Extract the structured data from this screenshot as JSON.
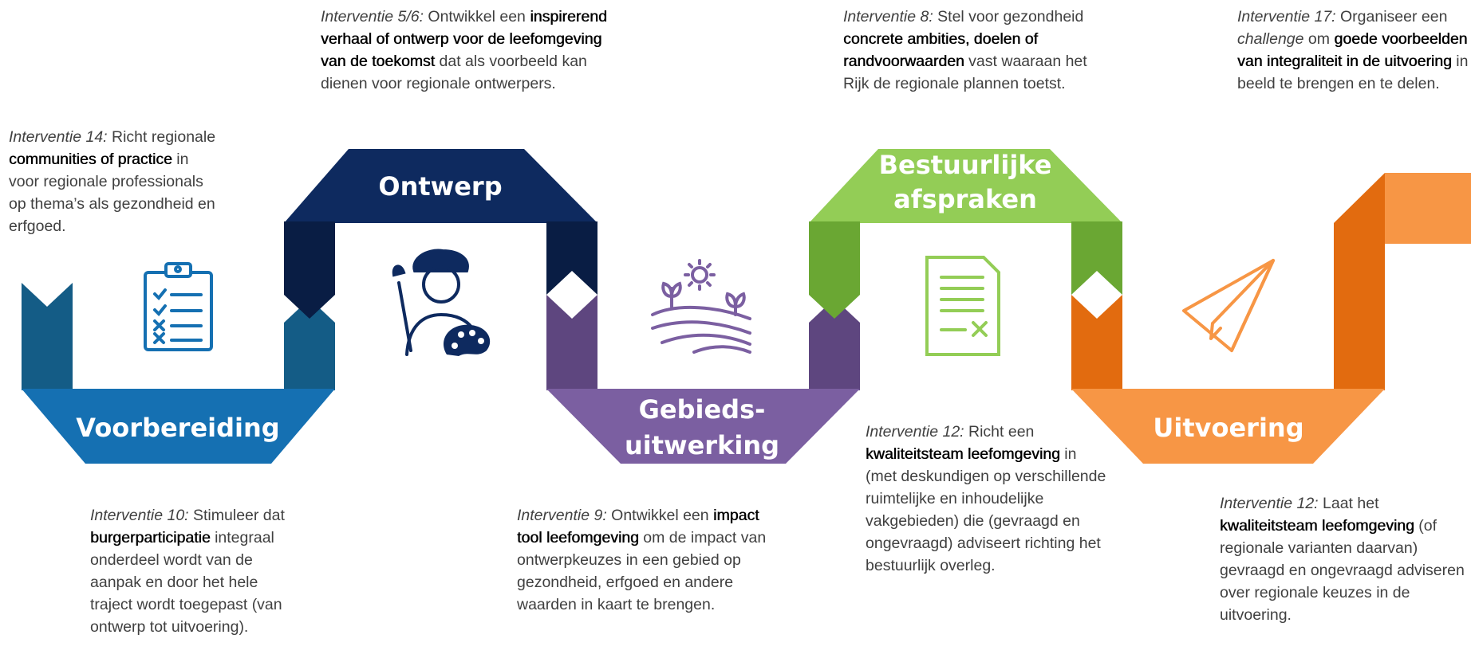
{
  "stages": [
    {
      "lines": [
        "Voorbereiding"
      ],
      "color": "#1570b2",
      "dark": "#145c86"
    },
    {
      "lines": [
        "Ontwerp"
      ],
      "color": "#0e2a5f",
      "dark": "#091d44"
    },
    {
      "lines": [
        "Gebieds-",
        "uitwerking"
      ],
      "color": "#7b5fa1",
      "dark": "#5e467f"
    },
    {
      "lines": [
        "Bestuurlijke",
        "afspraken"
      ],
      "color": "#93cd56",
      "dark": "#6aa733"
    },
    {
      "lines": [
        "Uitvoering"
      ],
      "color": "#f79645",
      "dark": "#e26b0f"
    }
  ],
  "icons": [
    "clipboard-checklist-icon",
    "painter-palette-icon",
    "landscape-sun-plants-icon",
    "document-checklist-icon",
    "paper-plane-icon"
  ],
  "notes": {
    "n14": {
      "prefix": "Interventie 14:",
      "pre": " Richt regionale ",
      "bold": "communities of practice",
      "post": " in voor regionale professionals op thema’s als gezondheid en erfgoed."
    },
    "n56": {
      "prefix": "Interventie 5/6:",
      "pre": " Ontwikkel een ",
      "bold": "inspirerend verhaal of ontwerp voor de leefomgeving van de toekomst",
      "post": " dat als voorbeeld kan dienen voor regionale ontwerpers."
    },
    "n8": {
      "prefix": "Interventie 8:",
      "pre": " Stel voor gezondheid ",
      "bold": "concrete ambities, doelen of randvoorwaarden",
      "post": " vast waaraan het Rijk de regionale plannen toetst."
    },
    "n17": {
      "prefix": "Interventie 17:",
      "pre": " Organiseer een ",
      "italic": "challenge",
      "pre2": " om ",
      "bold": "goede voorbeelden van integraliteit in de uitvoering",
      "post": " in beeld te brengen en te delen."
    },
    "n10": {
      "prefix": "Interventie 10:",
      "pre": " Stimuleer dat ",
      "bold": "burgerparticipatie",
      "post": " integraal onderdeel wordt van de aanpak en door het hele traject wordt toegepast (van ontwerp tot uitvoering)."
    },
    "n9": {
      "prefix": "Interventie 9:",
      "pre": " Ontwikkel een ",
      "bold": "impact tool leefomgeving",
      "post": " om de impact van ontwerpkeuzes in een gebied op gezondheid, erfgoed en andere waarden in kaart te brengen."
    },
    "n12a": {
      "prefix": "Interventie 12:",
      "pre": " Richt een ",
      "bold": "kwaliteitsteam leefomgeving",
      "post": " in (met deskundigen op verschillende ruimtelijke en inhoudelijke vakgebieden) die (gevraagd en ongevraagd) adviseert richting het bestuurlijk overleg."
    },
    "n12b": {
      "prefix": "Interventie 12:",
      "pre": " Laat het ",
      "bold": "kwaliteitsteam leefomgeving",
      "post": " (of regionale varianten daarvan) gevraagd en ongevraagd adviseren over regionale keuzes in de uitvoering."
    }
  }
}
